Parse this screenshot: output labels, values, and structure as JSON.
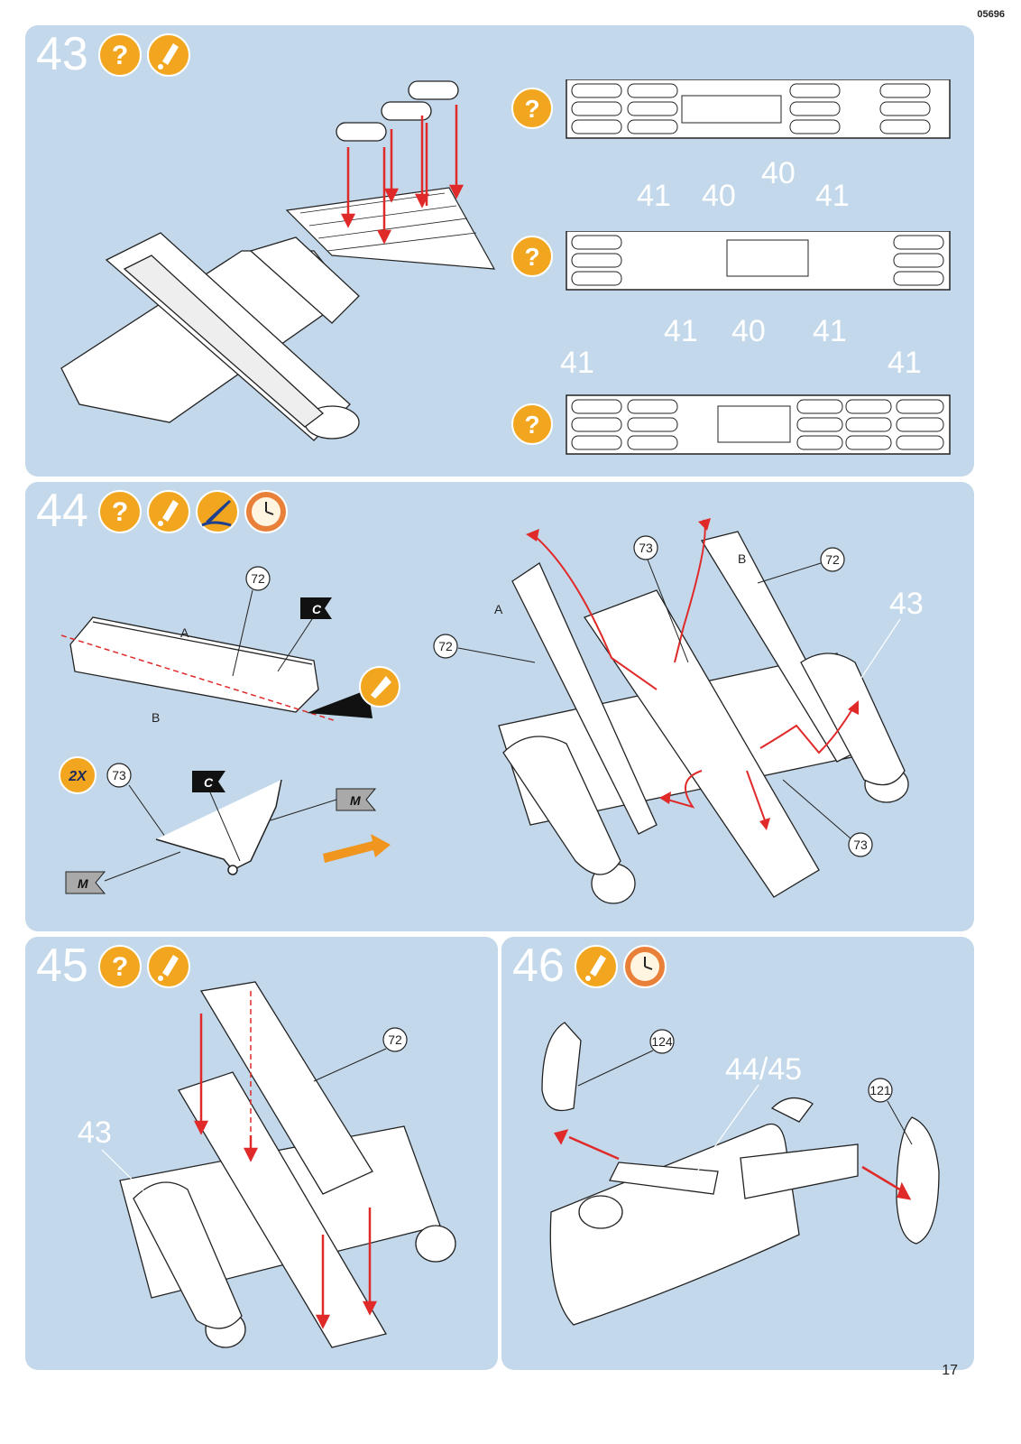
{
  "document_code": "05696",
  "page_number": "17",
  "steps": [
    {
      "number": "43",
      "icons": [
        "question-icon",
        "glue-icon"
      ]
    },
    {
      "number": "44",
      "icons": [
        "question-icon",
        "glue-icon",
        "paint-brush-icon",
        "clock-icon"
      ]
    },
    {
      "number": "45",
      "icons": [
        "question-icon",
        "glue-icon"
      ]
    },
    {
      "number": "46",
      "icons": [
        "glue-icon",
        "clock-icon"
      ]
    }
  ],
  "step43": {
    "variant_labels": {
      "row1": [
        "41",
        "40",
        "40",
        "41"
      ],
      "row2": [
        "41",
        "41",
        "40",
        "41",
        "41"
      ]
    }
  },
  "step44": {
    "part_72": "72",
    "part_73": "73",
    "part_43": "43",
    "side_a": "A",
    "side_b": "B",
    "quantity": "2X",
    "color_c": "C",
    "color_m": "M"
  },
  "step45": {
    "part_72": "72",
    "part_43": "43"
  },
  "step46": {
    "part_124": "124",
    "part_121": "121",
    "ref": "44/45"
  },
  "colors": {
    "panel": "#c3d8ea",
    "arrow_red": "#e02a2a",
    "icon_orange": "#f2a61f",
    "arrow_orange": "#f0951e"
  }
}
